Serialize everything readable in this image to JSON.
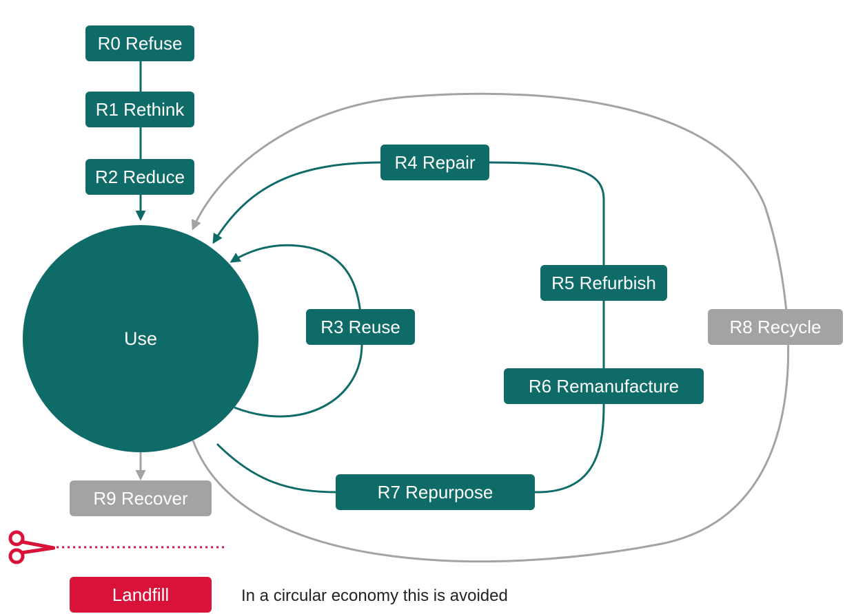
{
  "nodes": {
    "use": "Use",
    "r0": "R0 Refuse",
    "r1": "R1 Rethink",
    "r2": "R2 Reduce",
    "r3": "R3 Reuse",
    "r4": "R4 Repair",
    "r5": "R5 Refurbish",
    "r6": "R6 Remanufacture",
    "r7": "R7 Repurpose",
    "r8": "R8 Recycle",
    "r9": "R9 Recover"
  },
  "landfill": {
    "label": "Landfill",
    "note": "In a circular economy this is avoided"
  },
  "colors": {
    "teal": "#0f6b68",
    "grey": "#a3a3a3",
    "red": "#d9123a"
  },
  "icons": {
    "cut": "scissors-icon"
  }
}
